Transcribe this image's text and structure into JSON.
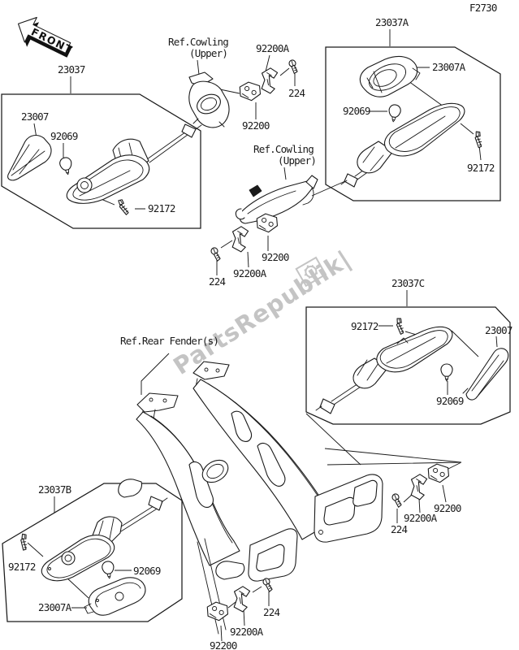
{
  "page": {
    "code": "F2730",
    "front_label": "FRONT",
    "watermark": "PartsRepublik|",
    "background": "#ffffff",
    "line_color": "#1a1a1a",
    "watermark_color": "#c4c4c4"
  },
  "refs": {
    "cowling_line1": "Ref.Cowling",
    "cowling_line2": "(Upper)",
    "rear_fender": "Ref.Rear Fender(s)"
  },
  "parts": {
    "23037": "23037",
    "23037A": "23037A",
    "23037B": "23037B",
    "23037C": "23037C",
    "23007": "23007",
    "23007A": "23007A",
    "92069": "92069",
    "92172": "92172",
    "92200": "92200",
    "92200A": "92200A",
    "224": "224"
  }
}
